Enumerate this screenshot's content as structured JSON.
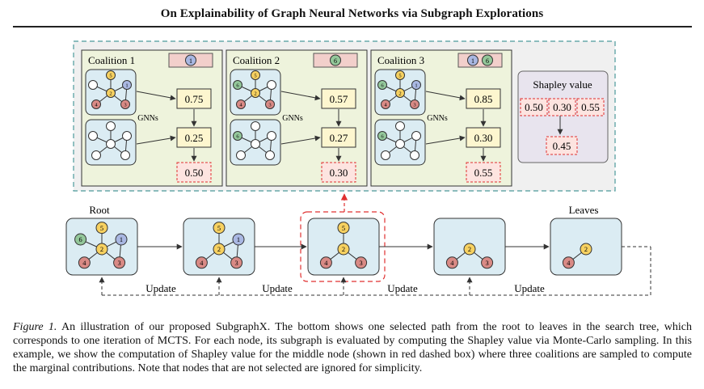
{
  "paper": {
    "title": "On Explainability of Graph Neural Networks via Subgraph Explorations"
  },
  "figure": {
    "coalitions": [
      {
        "title": "Coalition 1",
        "badge_nodes": [
          "1"
        ],
        "score_full": "0.75",
        "score_without": "0.25",
        "contribution": "0.50",
        "full_graph_nodes": [
          "5",
          "1",
          "2",
          "4",
          "3"
        ],
        "reduced_graph_nodes": []
      },
      {
        "title": "Coalition 2",
        "badge_nodes": [
          "6"
        ],
        "score_full": "0.57",
        "score_without": "0.27",
        "contribution": "0.30",
        "full_graph_nodes": [
          "5",
          "6",
          "2",
          "4",
          "3"
        ],
        "reduced_graph_nodes": [
          "6"
        ]
      },
      {
        "title": "Coalition 3",
        "badge_nodes": [
          "1",
          "6"
        ],
        "score_full": "0.85",
        "score_without": "0.30",
        "contribution": "0.55",
        "full_graph_nodes": [
          "5",
          "6",
          "1",
          "2",
          "4",
          "3"
        ],
        "reduced_graph_nodes": [
          "6"
        ]
      }
    ],
    "gnn_label": "GNNs",
    "shapley": {
      "title": "Shapley value",
      "inputs": [
        "0.50",
        "0.30",
        "0.55"
      ],
      "result": "0.45"
    },
    "search_path": [
      {
        "label": "Root",
        "nodes": [
          "5",
          "6",
          "1",
          "2",
          "4",
          "3"
        ]
      },
      {
        "label": "",
        "nodes": [
          "5",
          "1",
          "2",
          "4",
          "3"
        ]
      },
      {
        "label": "",
        "nodes": [
          "5",
          "2",
          "4",
          "3"
        ]
      },
      {
        "label": "",
        "nodes": [
          "2",
          "4",
          "3"
        ]
      },
      {
        "label": "Leaves",
        "nodes": [
          "2",
          "4"
        ]
      }
    ],
    "update_label": "Update",
    "colors": {
      "node_yellow": "#f7d160",
      "node_blue": "#a9b7e2",
      "node_red": "#d98a85",
      "node_green": "#93c79a",
      "node_white": "#ffffff",
      "coalition_bg": "#eef3dc",
      "graph_box_bg": "#dbecf3",
      "score_box_bg": "#fdf6cf",
      "contribution_box_bg": "#fde4e0",
      "shapley_bg": "#e8e4ee",
      "outer_bg": "#f0f0f0",
      "outer_border": "#4c9a9b",
      "highlight_red": "#e03030"
    }
  },
  "caption": {
    "label": "Figure 1.",
    "text": "An illustration of our proposed SubgraphX. The bottom shows one selected path from the root to leaves in the search tree, which corresponds to one iteration of MCTS. For each node, its subgraph is evaluated by computing the Shapley value via Monte-Carlo sampling. In this example, we show the computation of Shapley value for the middle node (shown in red dashed box) where three coalitions are sampled to compute the marginal contributions. Note that nodes that are not selected are ignored for simplicity."
  }
}
